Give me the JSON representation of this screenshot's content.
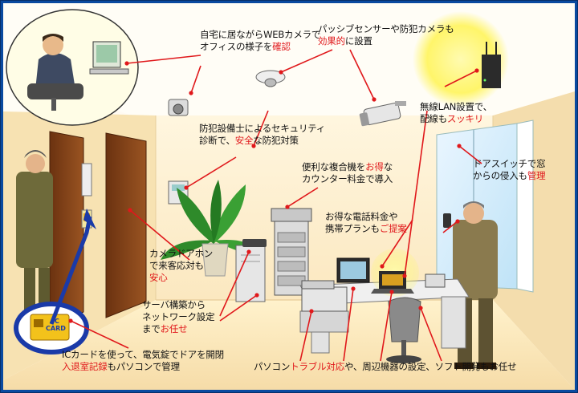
{
  "notes": {
    "webcam": {
      "line1": "自宅に居ながらWEBカメラで",
      "line2a": "オフィスの様子を",
      "line2b": "確認"
    },
    "sensor": {
      "line1": "パッシブセンサーや防犯カメラも",
      "line2a": "効果的",
      "line2b": "に設置"
    },
    "wlan": {
      "line1": "無線LAN設置で、",
      "line2a": "配線も",
      "line2b": "スッキリ"
    },
    "security": {
      "line1": "防犯設備士によるセキュリティ",
      "line2a": "診断で、",
      "line2b": "安全",
      "line2c": "な防犯対策"
    },
    "door_switch": {
      "line1": "ドアスイッチで窓",
      "line2a": "からの侵入も",
      "line2b": "管理"
    },
    "copier": {
      "line1a": "便利な複合機を",
      "line1b": "お得",
      "line1c": "な",
      "line2": "カウンター料金で導入"
    },
    "phone": {
      "line1": "お得な電話料金や",
      "line2a": "携帯プランも",
      "line2b": "ご提案"
    },
    "camera_door": {
      "line1": "カメラドアホン",
      "line2": "で来客応対も",
      "line3": "安心"
    },
    "server": {
      "line1": "サーバ構築から",
      "line2": "ネットワーク設定",
      "line3a": "まで",
      "line3b": "お任せ"
    },
    "ic_card": {
      "line1": "ICカードを使って、電気錠でドアを開閉",
      "line2a": "入退室記録",
      "line2b": "もパソコンで管理"
    },
    "pc_trouble": {
      "a": "パソコン",
      "b": "トラブル対応",
      "c": "や、周辺機器の設定、ソフト開発もお任せ"
    }
  },
  "ic_card_label": {
    "line1": "IC",
    "line2": "CARD"
  },
  "colors": {
    "frame": "#0a4aa0",
    "highlight": "#e0181b",
    "arrow": "#e0181b",
    "ic_ring": "#1a3aa8",
    "card": "#f3c21b"
  }
}
